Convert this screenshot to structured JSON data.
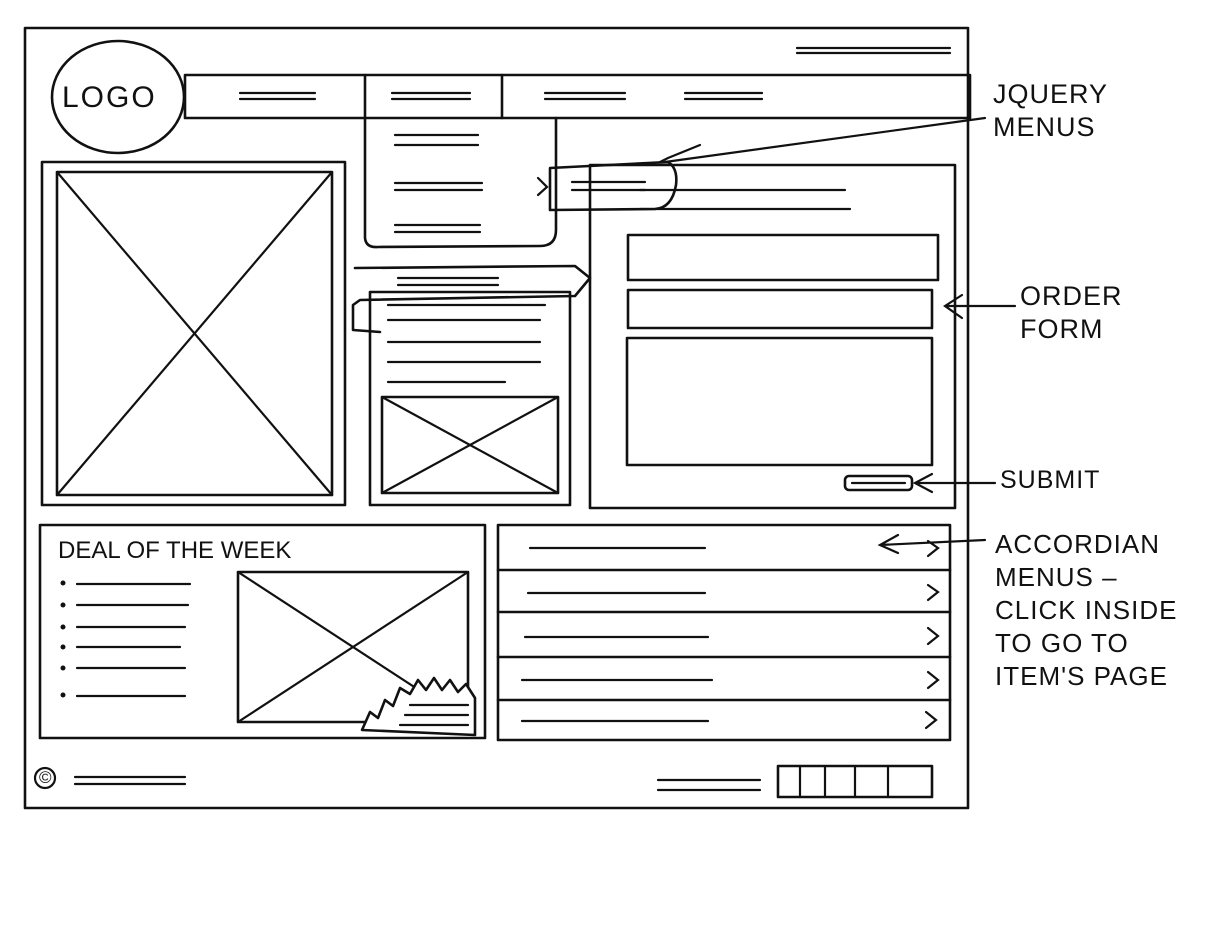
{
  "header": {
    "logo_text": "LOGO"
  },
  "deal": {
    "title": "DEAL OF THE WEEK",
    "bullet_count": 6
  },
  "accordion": {
    "row_count": 5,
    "chevron": "›"
  },
  "footer": {
    "copyright_symbol": "©",
    "pagination_cells": 5
  },
  "annotations": {
    "jquery_menus": "JQUERY\nMENUS",
    "order_form": "ORDER\nFORM",
    "submit": "SUBMIT",
    "accordion_menus": "ACCORDIAN\nMENUS –\nCLICK INSIDE\nTO GO TO\nITEM'S PAGE"
  },
  "colors": {
    "ink": "#111111",
    "paper": "#ffffff"
  }
}
